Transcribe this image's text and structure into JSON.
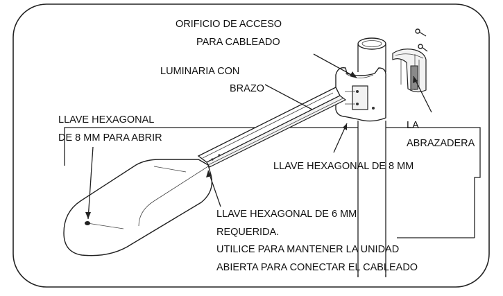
{
  "labels": {
    "access_hole_line1": "ORIFICIO DE ACCESO",
    "access_hole_line2": "PARA CABLEADO",
    "fixture_line1": "LUMINARIA CON",
    "fixture_line2": "BRAZO",
    "hex_open_line1": "LLAVE HEXAGONAL",
    "hex_open_line2": "DE 8 MM PARA ABRIR",
    "clamp_line1": "LA",
    "clamp_line2": "ABRAZADERA",
    "hex_8mm": "LLAVE HEXAGONAL DE 8 MM",
    "hex_6mm_line1": "LLAVE HEXAGONAL DE 6 MM",
    "hex_6mm_line2": "REQUERIDA.",
    "hex_6mm_line3": "UTILICE PARA MANTENER LA UNIDAD",
    "hex_6mm_line4": "ABIERTA PARA CONECTAR EL CABLEADO"
  }
}
